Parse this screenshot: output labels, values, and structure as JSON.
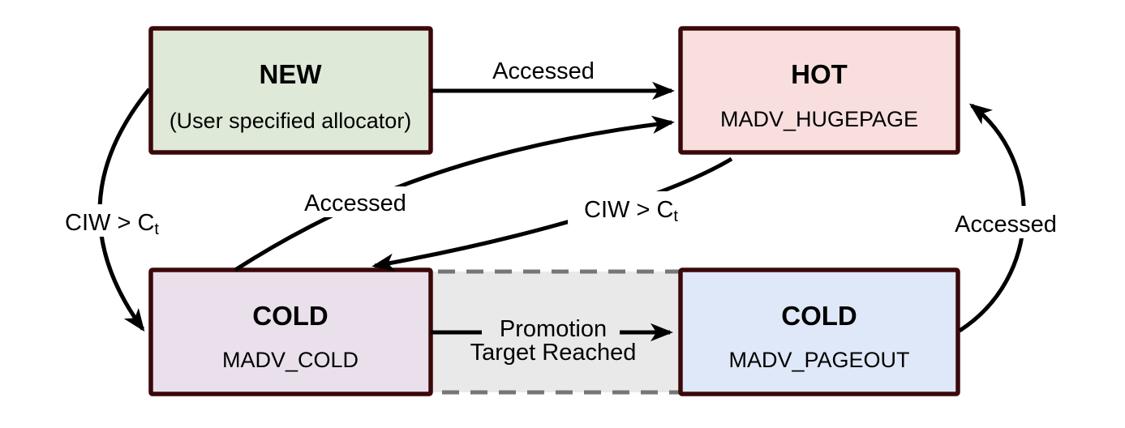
{
  "diagram": {
    "nodes": {
      "new": {
        "title": "NEW",
        "subtitle": "(User specified allocator)",
        "fill": "#dee9d8"
      },
      "hot": {
        "title": "HOT",
        "subtitle": "MADV_HUGEPAGE",
        "fill": "#f8dfde"
      },
      "cold_madv_cold": {
        "title": "COLD",
        "subtitle": "MADV_COLD",
        "fill": "#e9e0ec"
      },
      "cold_madv_pageout": {
        "title": "COLD",
        "subtitle": "MADV_PAGEOUT",
        "fill": "#dfe8f8"
      }
    },
    "edges": {
      "new_to_hot": {
        "label": "Accessed"
      },
      "new_to_cold": {
        "label_main": "CIW > C",
        "label_sub": "t"
      },
      "cold_to_hot": {
        "label": "Accessed"
      },
      "hot_to_cold": {
        "label_main": "CIW > C",
        "label_sub": "t"
      },
      "cold_to_pageout": {
        "label_line1": "Promotion",
        "label_line2": "Target Reached"
      },
      "pageout_to_hot": {
        "label": "Accessed"
      }
    },
    "colors": {
      "node_border": "#3b080a",
      "arrow": "#000000",
      "promotion_zone_fill": "#e9e9e9",
      "promotion_zone_border": "#767676",
      "background": "#ffffff"
    }
  }
}
